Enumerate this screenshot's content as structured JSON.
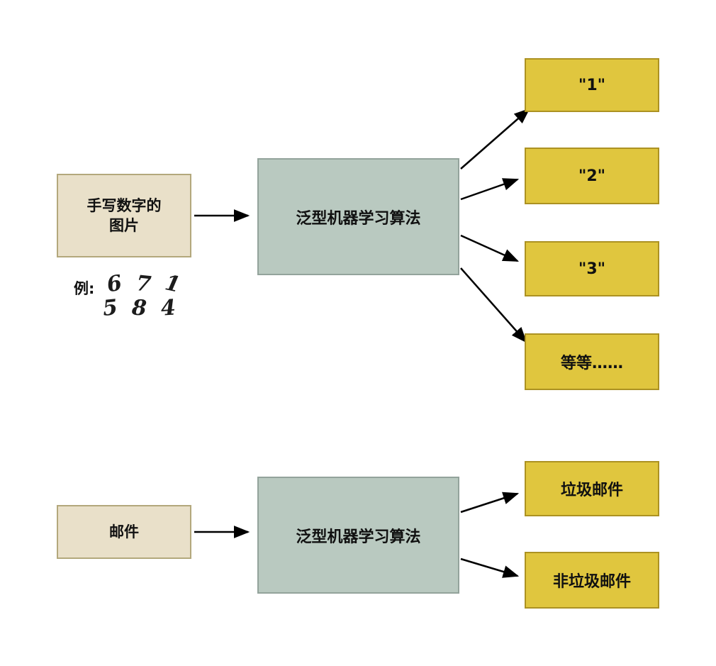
{
  "page_bg": "#ffffff",
  "colors": {
    "page_bg": "#ffffff",
    "input_fill": "#e9e0c9",
    "input_border": "#b3a87c",
    "algo_fill": "#b9c9c0",
    "algo_border": "#93a39b",
    "output_fill": "#e0c63e",
    "output_border": "#ac9222",
    "arrow": "#000000",
    "text": "#111111"
  },
  "diagram_top": {
    "input_label": "手写数字的\n图片",
    "example_label": "例:",
    "example_digits": [
      "6",
      "7",
      "1",
      "5",
      "8",
      "4"
    ],
    "algorithm_label": "泛型机器学习算法",
    "outputs": [
      "\"1\"",
      "\"2\"",
      "\"3\"",
      "等等……"
    ]
  },
  "diagram_bottom": {
    "input_label": "邮件",
    "algorithm_label": "泛型机器学习算法",
    "outputs": [
      "垃圾邮件",
      "非垃圾邮件"
    ]
  }
}
